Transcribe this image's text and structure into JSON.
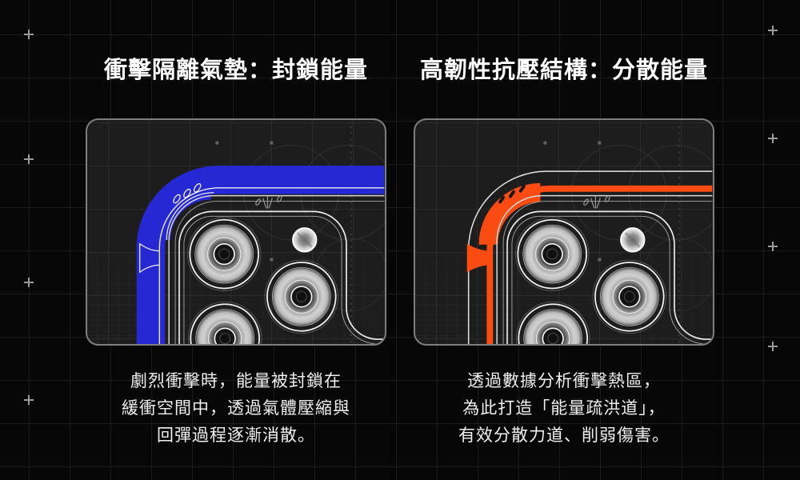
{
  "page": {
    "background_color": "#070707",
    "grid_color": "#1c1c1c",
    "marker_color": "#9b9b9b"
  },
  "card": {
    "background_color": "#1d1d1d",
    "border_color": "#7e7e7e"
  },
  "panels": [
    {
      "heading": "衝擊隔離氣墊：封鎖能量",
      "accent_color": "#2628d4",
      "illustration": "phone-corner-blueprint-air-cushion",
      "description_lines": [
        "劇烈衝擊時，能量被封鎖在",
        "緩衝空間中，透過氣體壓縮與",
        "回彈過程逐漸消散。"
      ]
    },
    {
      "heading": "高韌性抗壓結構：分散能量",
      "accent_color": "#f94b12",
      "illustration": "phone-corner-blueprint-energy-channel",
      "description_lines": [
        "透過數據分析衝擊熱區，",
        "為此打造「能量疏洪道」，",
        "有效分散力道、削弱傷害。"
      ]
    }
  ]
}
